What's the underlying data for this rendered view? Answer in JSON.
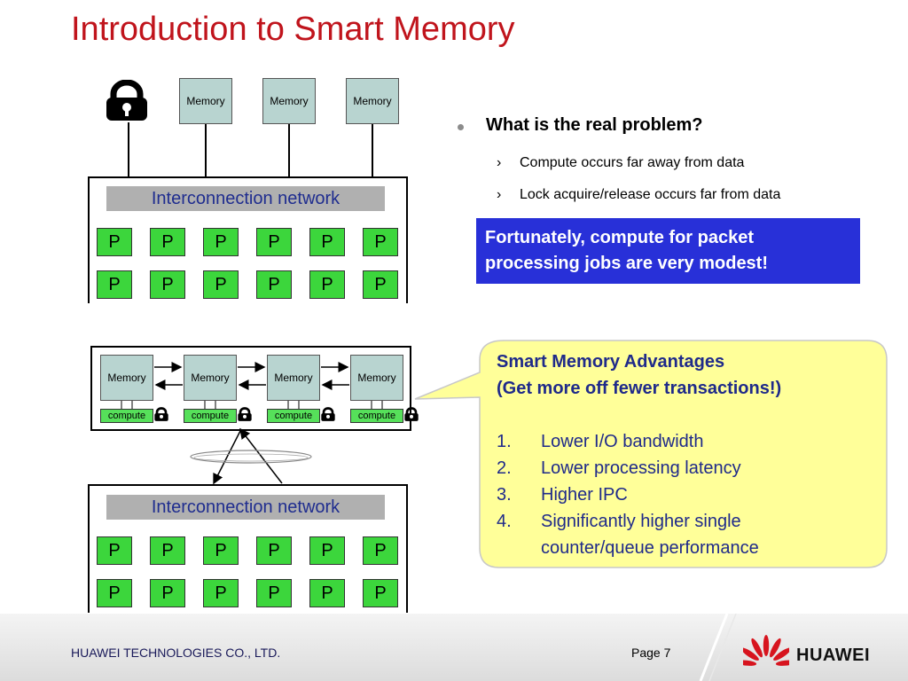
{
  "title": "Introduction to Smart Memory",
  "top_diagram": {
    "memories": [
      "Memory",
      "Memory",
      "Memory"
    ],
    "network_label": "Interconnection network",
    "processor_label": "P",
    "lock_icon": "lock-icon"
  },
  "bottom_diagram": {
    "memories": [
      "Memory",
      "Memory",
      "Memory",
      "Memory"
    ],
    "compute_label": "compute",
    "network_label": "Interconnection network",
    "processor_label": "P"
  },
  "bullets": {
    "heading": "What is the real problem?",
    "items": [
      "Compute occurs far away from data",
      "Lock acquire/release occurs far from data"
    ]
  },
  "highlight": {
    "line1": "Fortunately, compute for packet",
    "line2": "processing jobs are very modest!"
  },
  "callout": {
    "title": "Smart Memory Advantages",
    "subtitle": "(Get more off fewer transactions!)",
    "items": [
      {
        "num": "1.",
        "text": "Lower I/O bandwidth"
      },
      {
        "num": "2.",
        "text": "Lower processing latency"
      },
      {
        "num": "3.",
        "text": "Higher IPC"
      },
      {
        "num": "4.",
        "text": "Significantly higher single",
        "text2": "counter/queue performance"
      }
    ]
  },
  "footer": {
    "company": "HUAWEI TECHNOLOGIES CO., LTD.",
    "page": "Page 7",
    "brand": "HUAWEI"
  },
  "colors": {
    "title": "#c0141c",
    "processor": "#3cd63c",
    "memory": "#b8d4d0",
    "highlight_bg": "#2830d8",
    "callout_bg": "#ffff99"
  }
}
